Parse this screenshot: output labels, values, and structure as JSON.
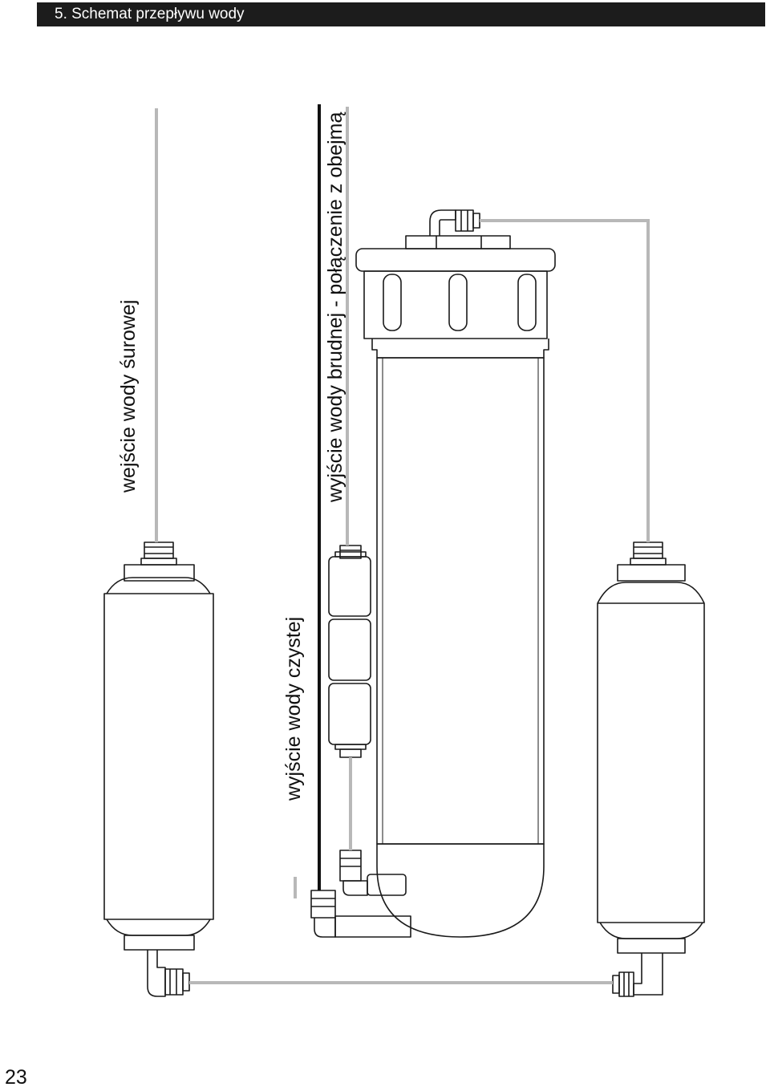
{
  "header": {
    "title": "5. Schemat przepływu wody"
  },
  "page": {
    "number": "23"
  },
  "diagram": {
    "labels": {
      "raw_water_inlet": "wejście wody śurowej",
      "clean_water_outlet": "wyjście wody czystej",
      "dirty_water_outlet": "wyjście wody brudnej - połączenie z obejmą"
    }
  }
}
